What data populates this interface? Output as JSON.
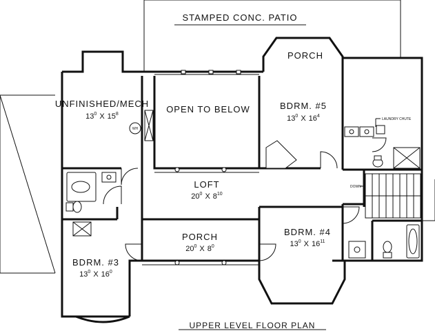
{
  "plan_title": "UPPER LEVEL FLOOR PLAN",
  "rooms": {
    "patio": {
      "name": "STAMPED CONC. PATIO"
    },
    "porch_top": {
      "name": "PORCH"
    },
    "unfinished": {
      "name": "UNFINISHED/MECH",
      "w": "13",
      "wi": "0",
      "d": "15",
      "di": "8"
    },
    "open": {
      "name": "OPEN TO BELOW"
    },
    "bdrm5": {
      "name": "BDRM. #5",
      "w": "13",
      "wi": "0",
      "d": "16",
      "di": "4"
    },
    "loft": {
      "name": "LOFT",
      "w": "20",
      "wi": "0",
      "d": "8",
      "di": "10"
    },
    "porch_mid": {
      "name": "PORCH",
      "w": "20",
      "wi": "0",
      "d": "8",
      "di": "0"
    },
    "bdrm3": {
      "name": "BDRM. #3",
      "w": "13",
      "wi": "0",
      "d": "16",
      "di": "0"
    },
    "bdrm4": {
      "name": "BDRM. #4",
      "w": "13",
      "wi": "0",
      "d": "16",
      "di": "11"
    }
  },
  "notes": {
    "laundry": "LAUNDRY CHUTE",
    "down": "DOWN",
    "wh": "WH"
  },
  "dim_sep": "X"
}
